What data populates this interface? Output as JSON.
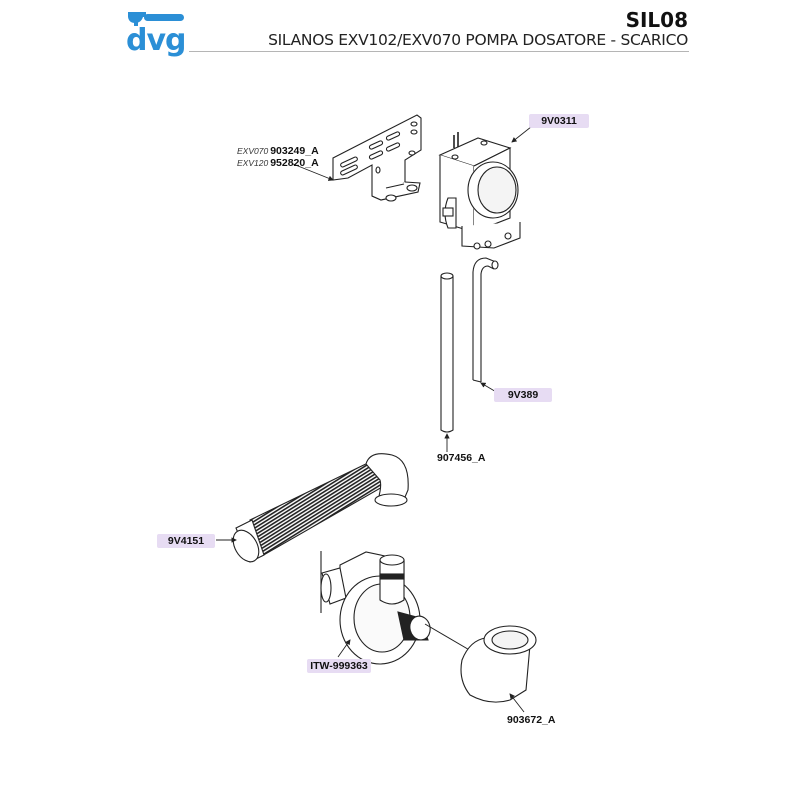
{
  "header": {
    "brand": "dvg",
    "code": "SIL08",
    "title": "SILANOS EXV102/EXV070 POMPA DOSATORE - SCARICO"
  },
  "colors": {
    "brand_blue": "#2b8fd6",
    "label_highlight": "#e7dcf3",
    "line": "#222222"
  },
  "parts": [
    {
      "id": "bracket-exv070",
      "prefix": "EXV070",
      "code": "903249_A",
      "highlighted": false
    },
    {
      "id": "bracket-exv120",
      "prefix": "EXV120",
      "code": "952820_A",
      "highlighted": false
    },
    {
      "id": "dosing-pump",
      "prefix": "",
      "code": "9V0311",
      "highlighted": true
    },
    {
      "id": "bent-tube",
      "prefix": "",
      "code": "9V389",
      "highlighted": true
    },
    {
      "id": "straight-tube",
      "prefix": "",
      "code": "907456_A",
      "highlighted": false
    },
    {
      "id": "corrugated-hose",
      "prefix": "",
      "code": "9V4151",
      "highlighted": true
    },
    {
      "id": "drain-pump",
      "prefix": "",
      "code": "ITW-999363",
      "highlighted": true
    },
    {
      "id": "elbow-fitting",
      "prefix": "",
      "code": "903672_A",
      "highlighted": false
    }
  ]
}
